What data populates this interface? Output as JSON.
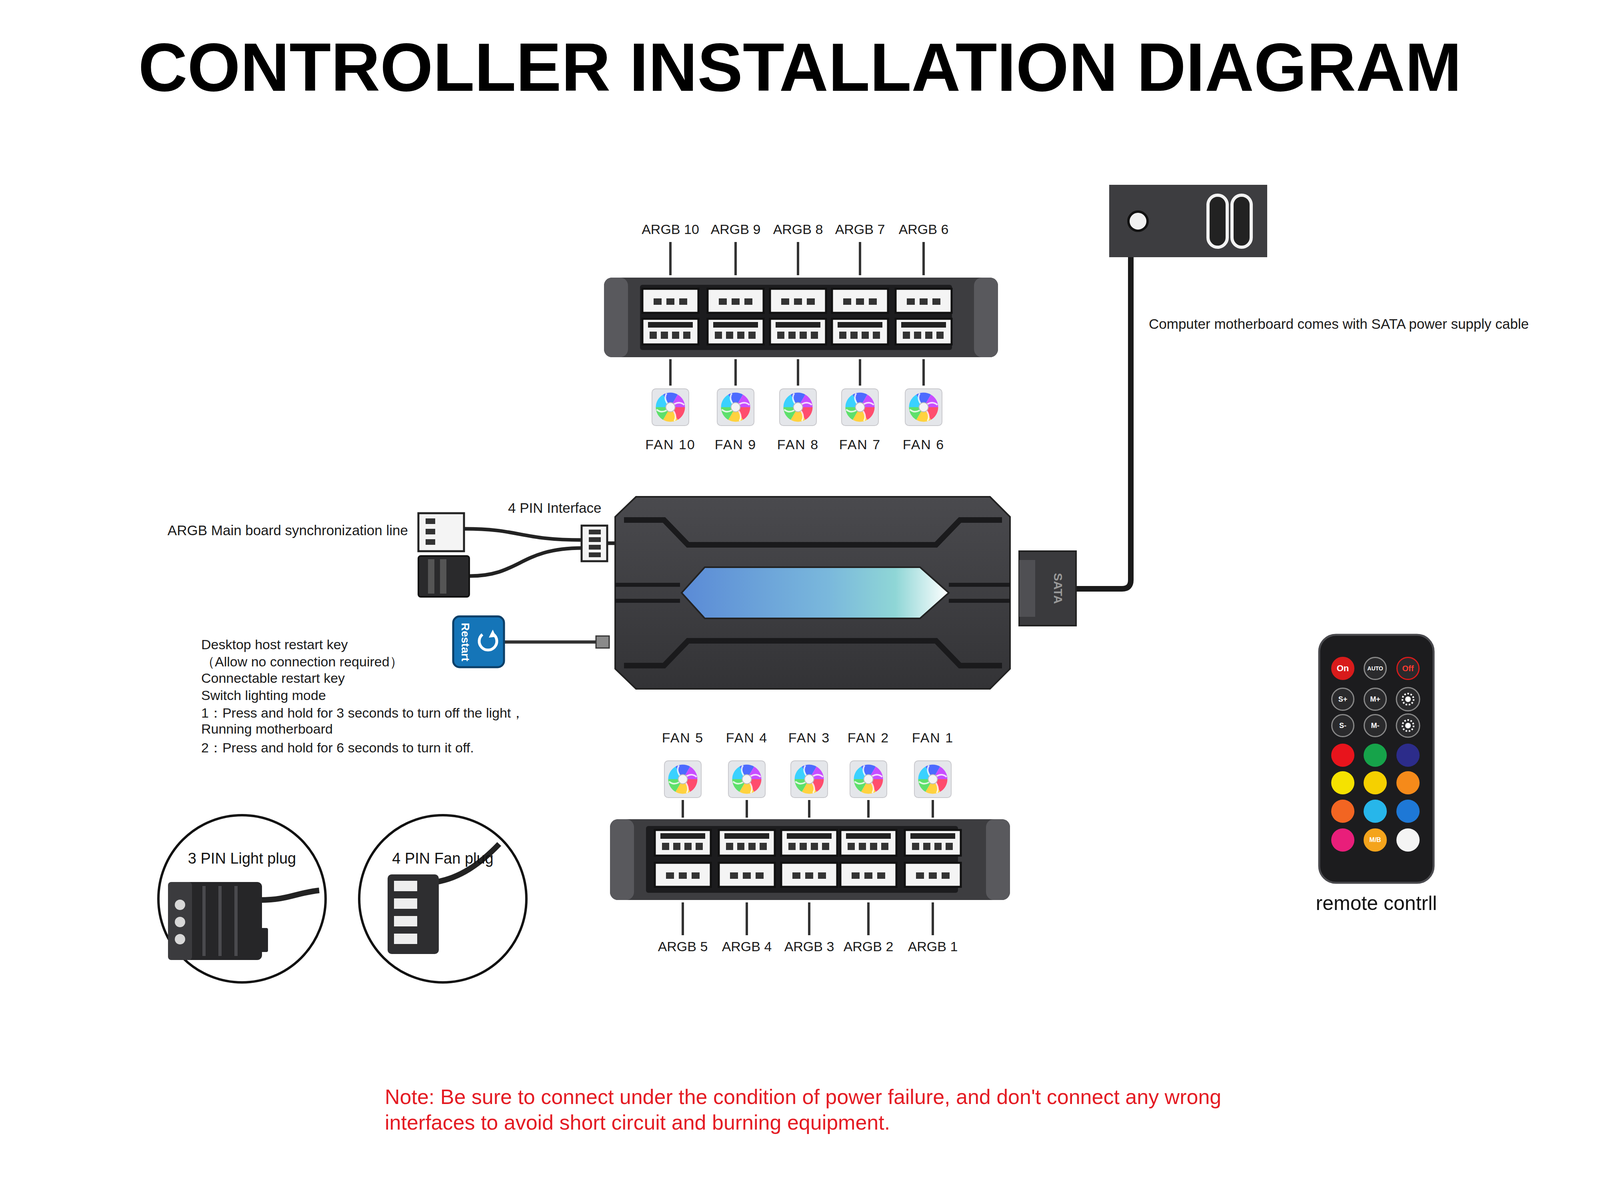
{
  "diagram": {
    "title": "CONTROLLER INSTALLATION DIAGRAM",
    "nodes": [
      {
        "text": [
          "SATA"
        ]
      },
      {
        "text": [
          "Restart"
        ]
      },
      {
        "text": [
          "3 PIN Light plug"
        ]
      },
      {
        "text": [
          "4 PIN Fan plug"
        ]
      },
      {
        "text": [
          "remote contrll"
        ]
      },
      {
        "text": [
          "On"
        ],
        "in": 4
      },
      {
        "text": [
          "AUTO"
        ],
        "in": 4
      },
      {
        "text": [
          "Off"
        ],
        "in": 4
      },
      {
        "text": [
          "S+"
        ],
        "in": 4
      },
      {
        "text": [
          "M+"
        ],
        "in": 4
      },
      {
        "text": [
          "S-"
        ],
        "in": 4
      },
      {
        "text": [
          "M-"
        ],
        "in": 4
      },
      {
        "text": [
          "M/B"
        ],
        "in": 4
      }
    ],
    "labels": [
      "ARGB 10",
      "ARGB 9",
      "ARGB 8",
      "ARGB 7",
      "ARGB 6",
      "FAN 10",
      "FAN 9",
      "FAN 8",
      "FAN 7",
      "FAN 6",
      "Computer motherboard comes with SATA power supply cable",
      "ARGB Main board synchronization line",
      "4 PIN Interface",
      "Desktop host restart key",
      "（Allow no connection required）",
      "Connectable restart key",
      "Switch lighting mode",
      "1：Press and hold for 3 seconds to turn off the light，",
      "Running motherboard",
      "2：Press and hold for 6 seconds to turn it off.",
      "FAN 5",
      "FAN 4",
      "FAN 3",
      "FAN 2",
      "FAN 1",
      "ARGB 5",
      "ARGB 4",
      "ARGB 3",
      "ARGB 2",
      "ARGB 1",
      "Note: Be sure to connect under the condition of power failure, and don't connect any wrong interfaces to avoid short circuit and burning equipment."
    ]
  }
}
